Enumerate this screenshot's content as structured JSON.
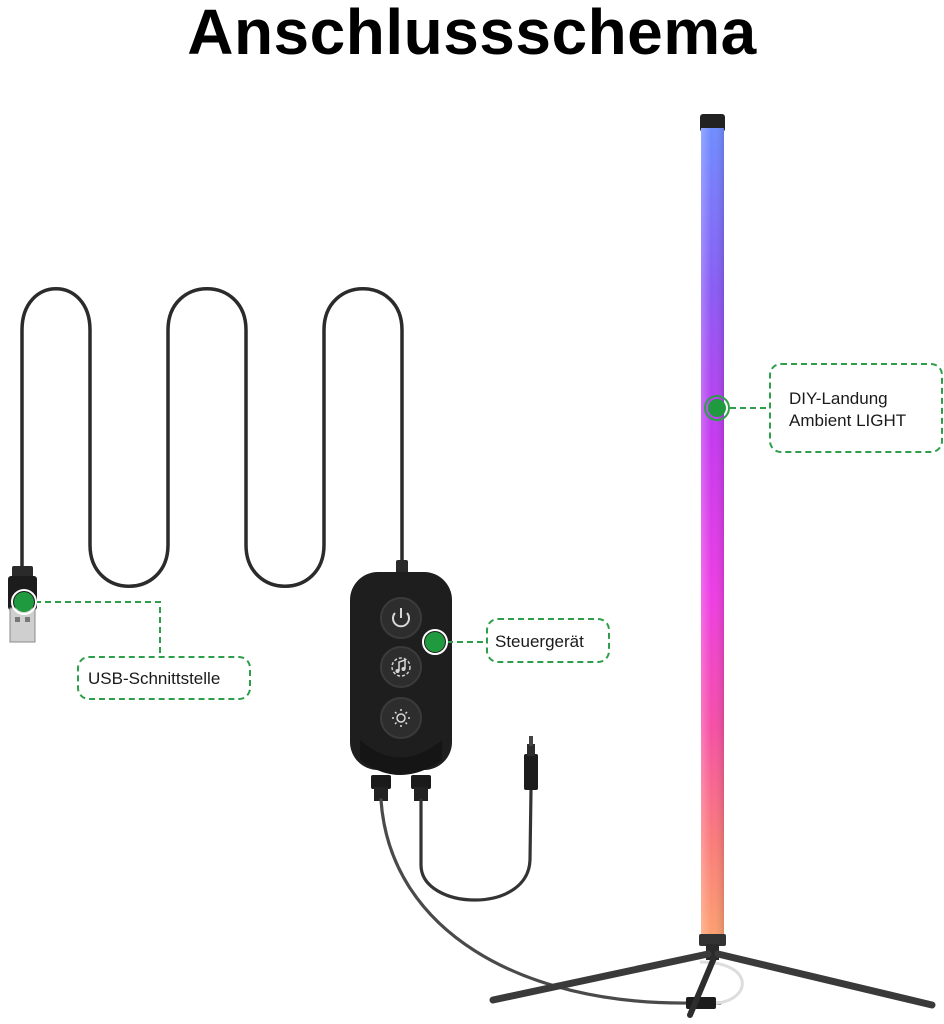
{
  "title": "Anschlussschema",
  "labels": {
    "usb": "USB-Schnittstelle",
    "controller": "Steuergerät",
    "light_line1": "DIY-Landung",
    "light_line2": "Ambient LIGHT"
  },
  "colors": {
    "callout": "#2e9e4a",
    "callout_dot": "#1f9a3f",
    "cable": "#2b2b2b",
    "controller_body": "#1e1e1e",
    "light_gradient": [
      "#6f8dff",
      "#8a5cf5",
      "#c43af0",
      "#ee3de3",
      "#f64fa6",
      "#fa7b7b",
      "#fca070"
    ]
  },
  "icons": [
    "power-icon",
    "music-mode-icon",
    "brightness-icon",
    "usb-plug-icon",
    "dc-plug-icon"
  ]
}
